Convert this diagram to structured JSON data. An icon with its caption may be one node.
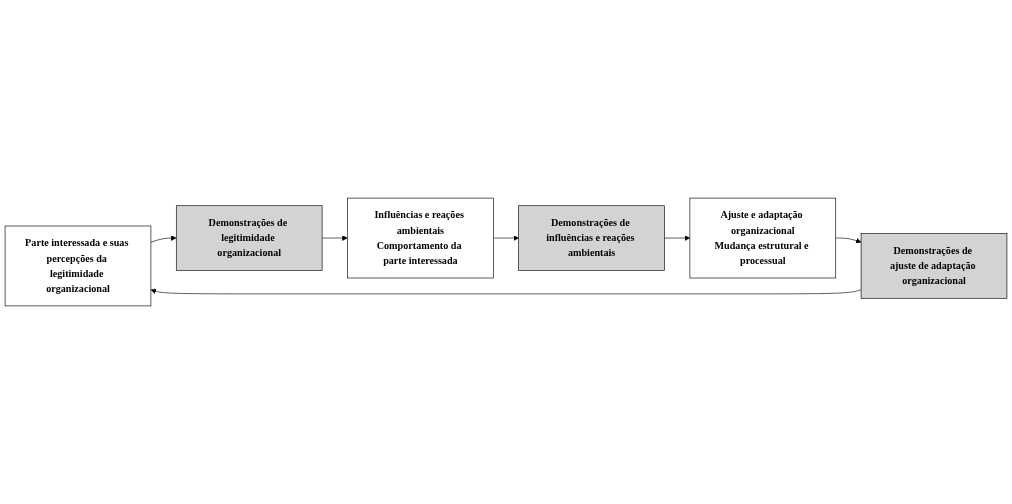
{
  "diagram": {
    "nodes": [
      {
        "text": [
          "Parte interessada e suas percepções da legitimidade organizacional"
        ]
      },
      {
        "text": [
          "Demonstrações de legitimidade organizacional"
        ]
      },
      {
        "text": [
          "Influências e reações ambientais",
          "Comportamento da parte interessada"
        ]
      },
      {
        "text": [
          "Demonstrações de influências e reações ambientais"
        ]
      },
      {
        "text": [
          "Ajuste e adaptação organizacional",
          "Mudança estrutural e processual"
        ]
      },
      {
        "text": [
          "Demonstrações de ajuste de adaptação organizacional"
        ]
      }
    ],
    "edges": [
      {
        "from": 0,
        "to": 1,
        "arrow": "to"
      },
      {
        "from": 1,
        "to": 2,
        "arrow": "to"
      },
      {
        "from": 2,
        "to": 3,
        "arrow": "to"
      },
      {
        "from": 3,
        "to": 4,
        "arrow": "to"
      },
      {
        "from": 4,
        "to": 5,
        "arrow": "to"
      },
      {
        "from": 5,
        "to": 0,
        "arrow": "to"
      }
    ]
  }
}
